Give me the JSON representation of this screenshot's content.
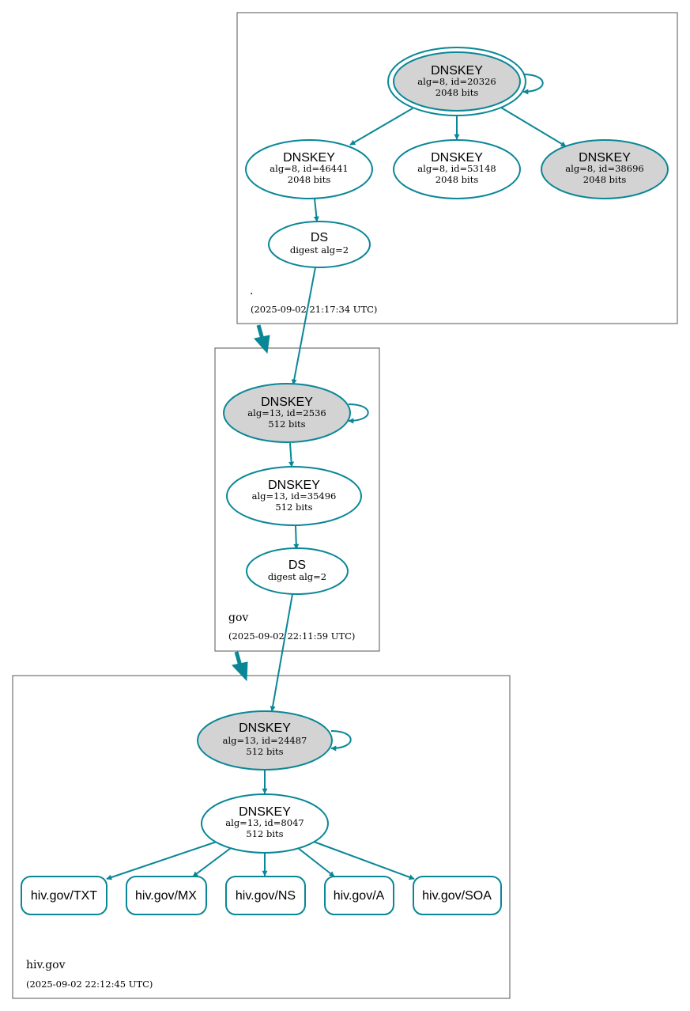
{
  "zones": {
    "root": {
      "name": ".",
      "timestamp": "(2025-09-02 21:17:34 UTC)",
      "ksk": {
        "title": "DNSKEY",
        "line1": "alg=8, id=20326",
        "line2": "2048 bits"
      },
      "zsk1": {
        "title": "DNSKEY",
        "line1": "alg=8, id=46441",
        "line2": "2048 bits"
      },
      "zsk2": {
        "title": "DNSKEY",
        "line1": "alg=8, id=53148",
        "line2": "2048 bits"
      },
      "zsk3": {
        "title": "DNSKEY",
        "line1": "alg=8, id=38696",
        "line2": "2048 bits"
      },
      "ds": {
        "title": "DS",
        "line1": "digest alg=2"
      }
    },
    "gov": {
      "name": "gov",
      "timestamp": "(2025-09-02 22:11:59 UTC)",
      "ksk": {
        "title": "DNSKEY",
        "line1": "alg=13, id=2536",
        "line2": "512 bits"
      },
      "zsk": {
        "title": "DNSKEY",
        "line1": "alg=13, id=35496",
        "line2": "512 bits"
      },
      "ds": {
        "title": "DS",
        "line1": "digest alg=2"
      }
    },
    "hiv": {
      "name": "hiv.gov",
      "timestamp": "(2025-09-02 22:12:45 UTC)",
      "ksk": {
        "title": "DNSKEY",
        "line1": "alg=13, id=24487",
        "line2": "512 bits"
      },
      "zsk": {
        "title": "DNSKEY",
        "line1": "alg=13, id=8047",
        "line2": "512 bits"
      },
      "records": [
        "hiv.gov/TXT",
        "hiv.gov/MX",
        "hiv.gov/NS",
        "hiv.gov/A",
        "hiv.gov/SOA"
      ]
    }
  },
  "colors": {
    "edge": "#0a8796",
    "key_fill_grey": "#d3d3d3",
    "key_fill_white": "#ffffff",
    "zone_border": "#555555"
  }
}
